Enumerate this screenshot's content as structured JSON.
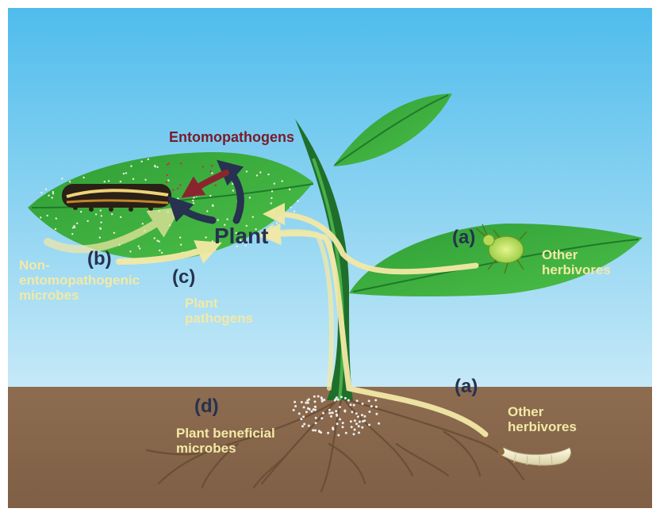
{
  "labels": {
    "entomopathogens": "Entomopathogens",
    "plant": "Plant",
    "a_leaf": "(a)",
    "other_herbivores_leaf": [
      "Other",
      "herbivores"
    ],
    "a_soil": "(a)",
    "other_herbivores_soil": [
      "Other",
      "herbivores"
    ],
    "b": "(b)",
    "non_entomopathogenic": [
      "Non-",
      "entomopathogenic",
      "microbes"
    ],
    "c": "(c)",
    "plant_pathogens": [
      "Plant",
      "pathogens"
    ],
    "d": "(d)",
    "plant_beneficial": [
      "Plant beneficial",
      "microbes"
    ]
  },
  "colors": {
    "sky_top": "#5bc3ef",
    "sky_bottom": "#bde6f6",
    "soil": "#8b6b4f",
    "leaf": "#34a43c",
    "stem_dark": "#1f6f2b",
    "arrow_cream": "#f3e9a6",
    "arrow_navy": "#26324f",
    "arrow_red": "#7a1b2a"
  }
}
